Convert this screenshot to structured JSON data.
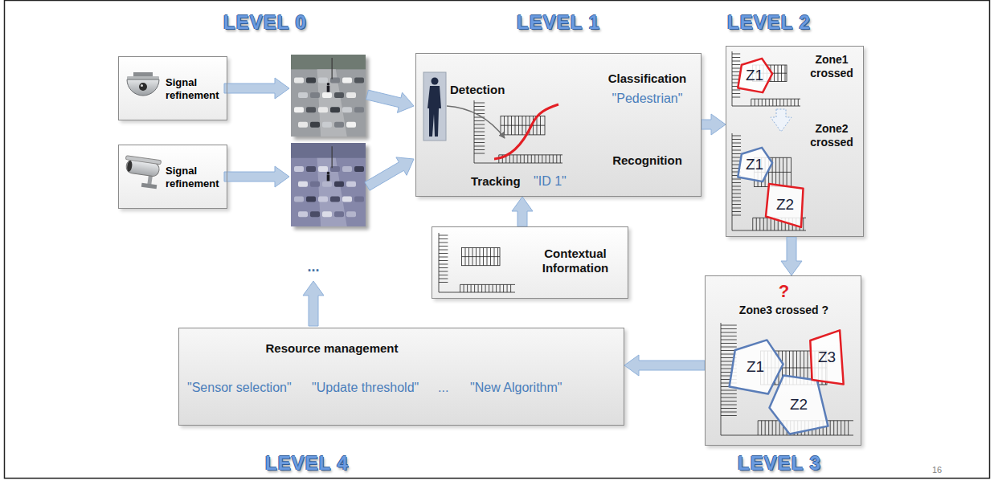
{
  "diagram": {
    "nodes": [
      {
        "text": [
          "Signal refinement"
        ]
      },
      {
        "text": [
          "Signal refinement"
        ]
      },
      {
        "text": [
          "Detection",
          "Classification",
          "\"Pedestrian\"",
          "Recognition",
          "Tracking",
          "\"ID 1\""
        ]
      },
      {
        "text": [
          "Contextual Information"
        ]
      },
      {
        "text": [
          "Zone1 crossed",
          "Zone2 crossed"
        ]
      },
      {
        "text": [
          "Z1"
        ],
        "in": 4
      },
      {
        "text": [
          "Z1"
        ],
        "in": 4
      },
      {
        "text": [
          "Z2"
        ],
        "in": 4
      },
      {
        "text": [
          "?",
          "Zone3 crossed ?"
        ]
      },
      {
        "text": [
          "Z1"
        ],
        "in": 8
      },
      {
        "text": [
          "Z2"
        ],
        "in": 8
      },
      {
        "text": [
          "Z3"
        ],
        "in": 8
      },
      {
        "text": [
          "Resource management",
          "\"Sensor selection\"",
          "\"Update threshold\"",
          "...",
          "\"New Algorithm\""
        ]
      }
    ],
    "edges": [
      {
        "from": 3,
        "to": 2,
        "arrow": "to"
      },
      {
        "from": 2,
        "to": 4,
        "arrow": "to"
      },
      {
        "from": 4,
        "to": 8,
        "arrow": "to"
      },
      {
        "from": 8,
        "to": 12,
        "arrow": "to"
      }
    ],
    "labels": [
      "LEVEL 0",
      "LEVEL 1",
      "LEVEL 2",
      "LEVEL 3",
      "LEVEL 4",
      "...",
      "16"
    ]
  }
}
